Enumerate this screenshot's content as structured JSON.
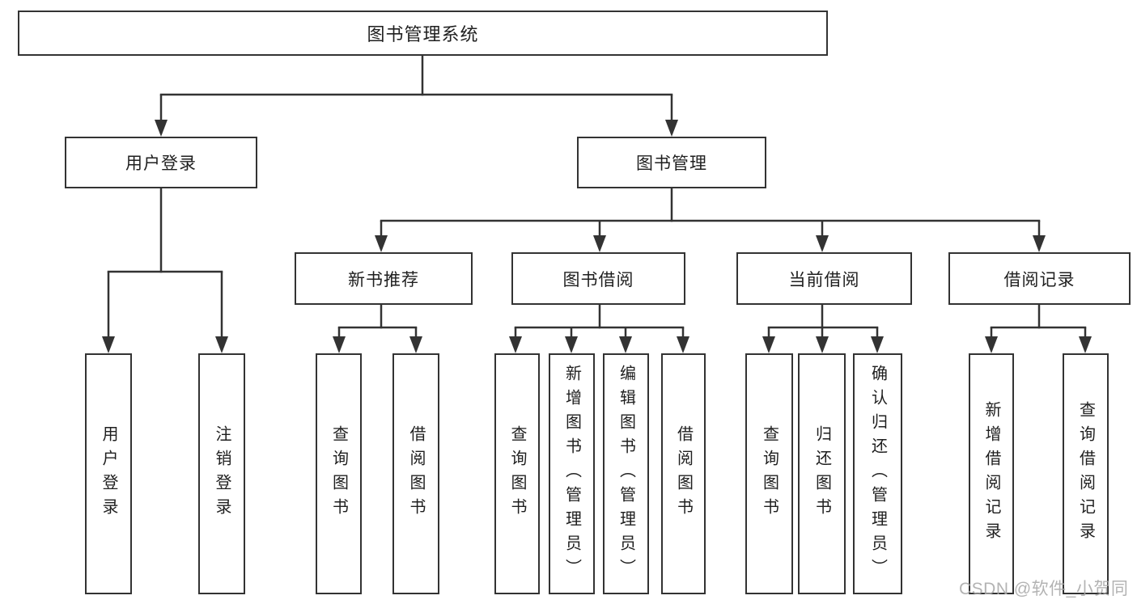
{
  "colors": {
    "line": "#333333",
    "text": "#1f1f1f",
    "background": "#ffffff",
    "watermark": "#a9a9a9"
  },
  "watermark": "CSDN @软件_小贺同学",
  "tree": {
    "label": "图书管理系统",
    "children": [
      {
        "label": "用户登录",
        "children": [
          {
            "label": "用户登录"
          },
          {
            "label": "注销登录"
          }
        ]
      },
      {
        "label": "图书管理",
        "children": [
          {
            "label": "新书推荐",
            "children": [
              {
                "label": "查询图书"
              },
              {
                "label": "借阅图书"
              }
            ]
          },
          {
            "label": "图书借阅",
            "children": [
              {
                "label": "查询图书"
              },
              {
                "label": "新增图书（管理员）"
              },
              {
                "label": "编辑图书（管理员）"
              },
              {
                "label": "借阅图书"
              }
            ]
          },
          {
            "label": "当前借阅",
            "children": [
              {
                "label": "查询图书"
              },
              {
                "label": "归还图书"
              },
              {
                "label": "确认归还（管理员）"
              }
            ]
          },
          {
            "label": "借阅记录",
            "children": [
              {
                "label": "新增借阅记录"
              },
              {
                "label": "查询借阅记录"
              }
            ]
          }
        ]
      }
    ]
  }
}
